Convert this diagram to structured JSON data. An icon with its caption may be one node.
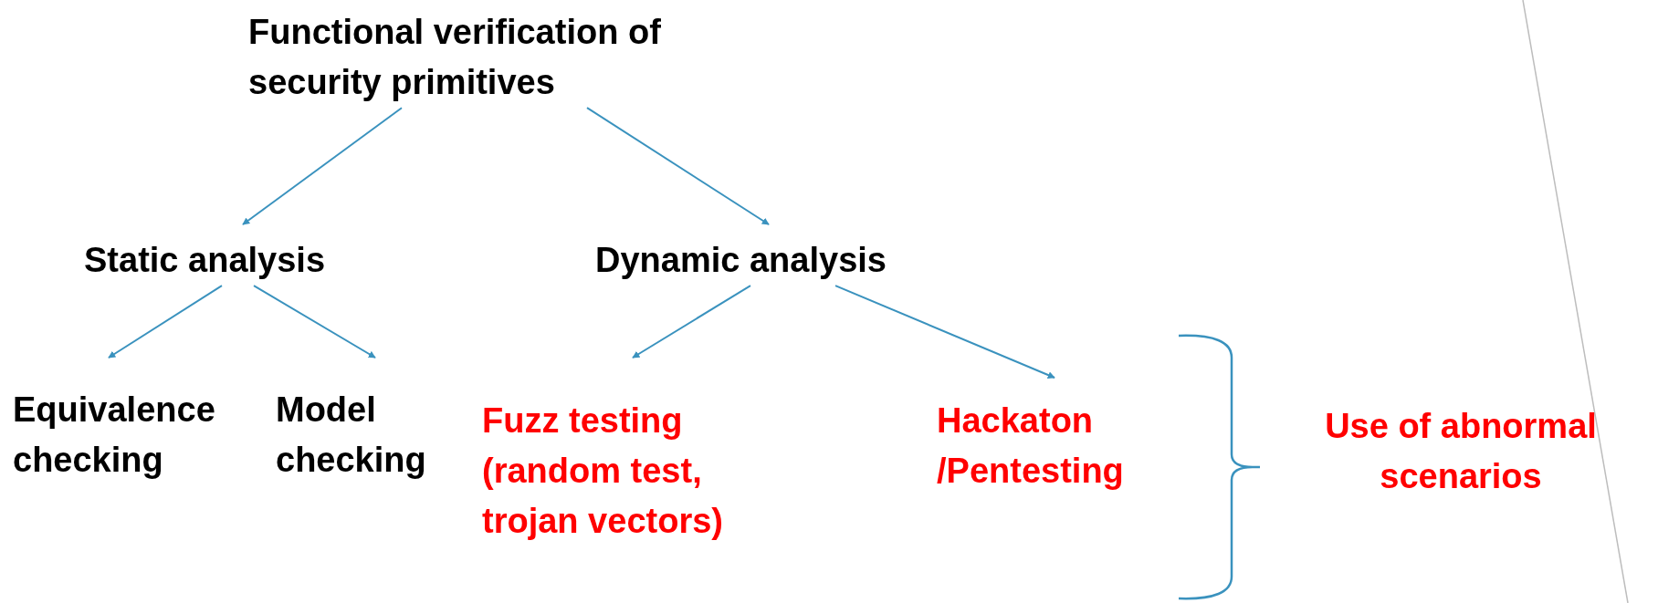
{
  "diagram": {
    "nodes": [
      {
        "text": [
          "Functional verification of security primitives"
        ]
      },
      {
        "text": [
          "Static analysis"
        ]
      },
      {
        "text": [
          "Dynamic analysis"
        ]
      },
      {
        "text": [
          "Equivalence checking"
        ]
      },
      {
        "text": [
          "Model checking"
        ]
      },
      {
        "text": [
          "Fuzz testing (random test, trojan vectors)"
        ]
      },
      {
        "text": [
          "Hackaton /Pentesting"
        ]
      }
    ],
    "edges": [
      {
        "from": 0,
        "to": 1,
        "arrow": "to"
      },
      {
        "from": 0,
        "to": 2,
        "arrow": "to"
      },
      {
        "from": 1,
        "to": 3,
        "arrow": "to"
      },
      {
        "from": 1,
        "to": 4,
        "arrow": "to"
      },
      {
        "from": 2,
        "to": 5,
        "arrow": "to"
      },
      {
        "from": 2,
        "to": 6,
        "arrow": "to"
      }
    ],
    "labels": [
      "Use of abnormal scenarios"
    ]
  }
}
